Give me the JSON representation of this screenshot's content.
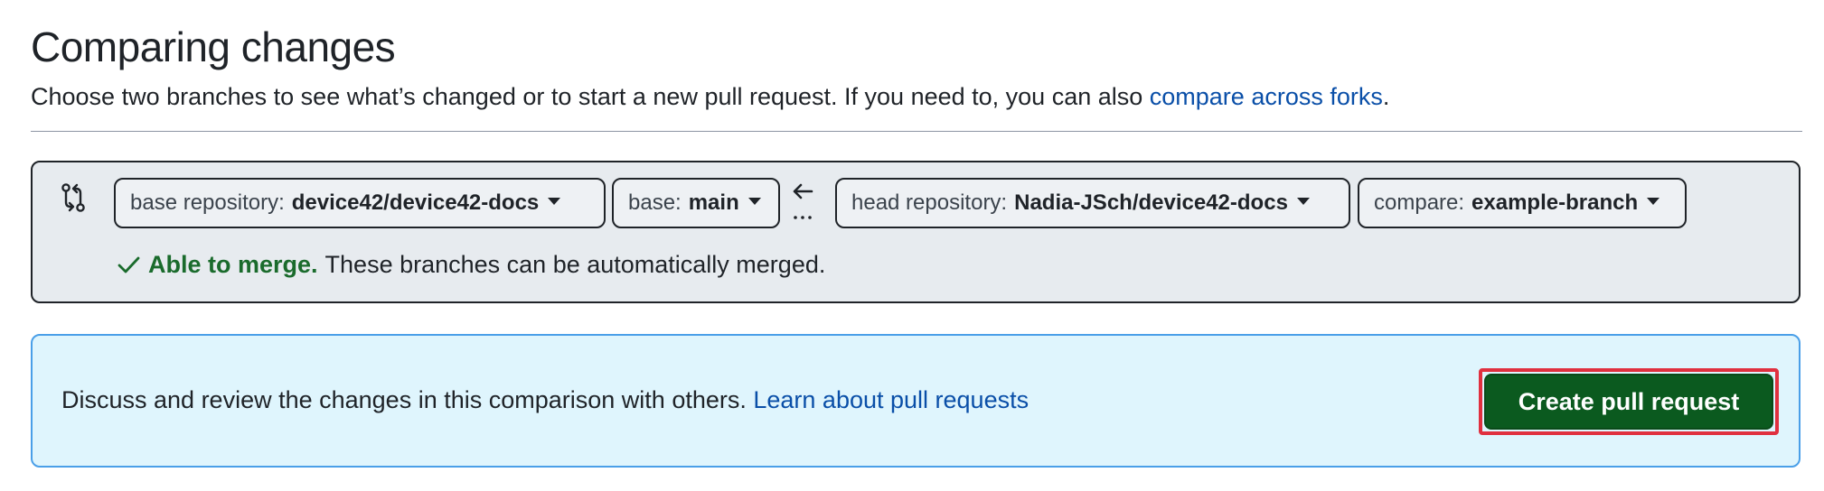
{
  "header": {
    "title": "Comparing changes",
    "subtitle_prefix": "Choose two branches to see what’s changed or to start a new pull request. If you need to, you can also ",
    "subtitle_link": "compare across forks",
    "subtitle_suffix": "."
  },
  "range": {
    "base_repository": {
      "label": "base repository:",
      "value": "device42/device42-docs"
    },
    "base": {
      "label": "base:",
      "value": "main"
    },
    "head_repository": {
      "label": "head repository:",
      "value": "Nadia-JSch/device42-docs"
    },
    "compare": {
      "label": "compare:",
      "value": "example-branch"
    },
    "merge_status_bold": "Able to merge.",
    "merge_status_text": "These branches can be automatically merged."
  },
  "info": {
    "text": "Discuss and review the changes in this comparison with others. ",
    "link": "Learn about pull requests",
    "create_button": "Create pull request"
  },
  "colors": {
    "link": "#0a4fa8",
    "success": "#1a6b2c",
    "primary_button": "#0b5a1f",
    "info_background": "#dff5fd",
    "info_border": "#4a9fe8",
    "highlight": "#e0303f"
  },
  "icons": {
    "compare": "git-compare-icon",
    "arrow": "arrow-left-icon",
    "check": "check-icon",
    "dropdown": "triangle-down-icon"
  }
}
